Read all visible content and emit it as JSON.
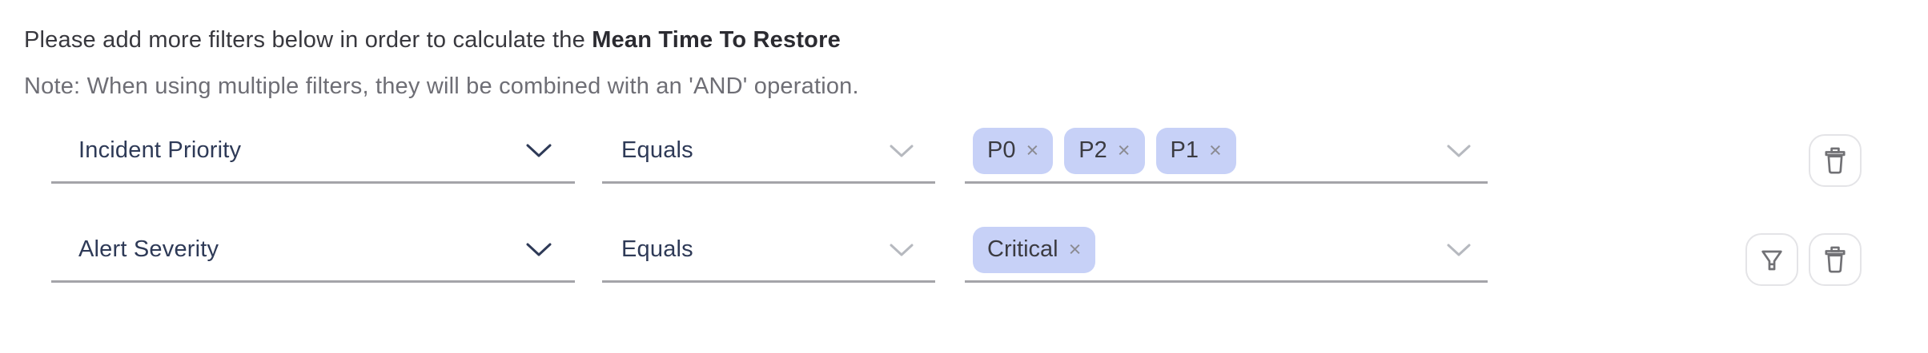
{
  "header": {
    "message_prefix": "Please add more filters below in order to calculate the ",
    "message_metric": "Mean Time To Restore",
    "note": "Note: When using multiple filters, they will be combined with an 'AND' operation."
  },
  "rows": [
    {
      "field": "Incident Priority",
      "operator": "Equals",
      "values": [
        "P0",
        "P2",
        "P1"
      ]
    },
    {
      "field": "Alert Severity",
      "operator": "Equals",
      "values": [
        "Critical"
      ]
    }
  ],
  "tag_remove_symbol": "×",
  "colors": {
    "tag_background": "#c7d1f7",
    "field_label": "#2e3a57",
    "underline": "#a4a4a9",
    "note_text": "#6e6e75",
    "icon_stroke": "#717175",
    "button_border": "#e4e4e7"
  }
}
